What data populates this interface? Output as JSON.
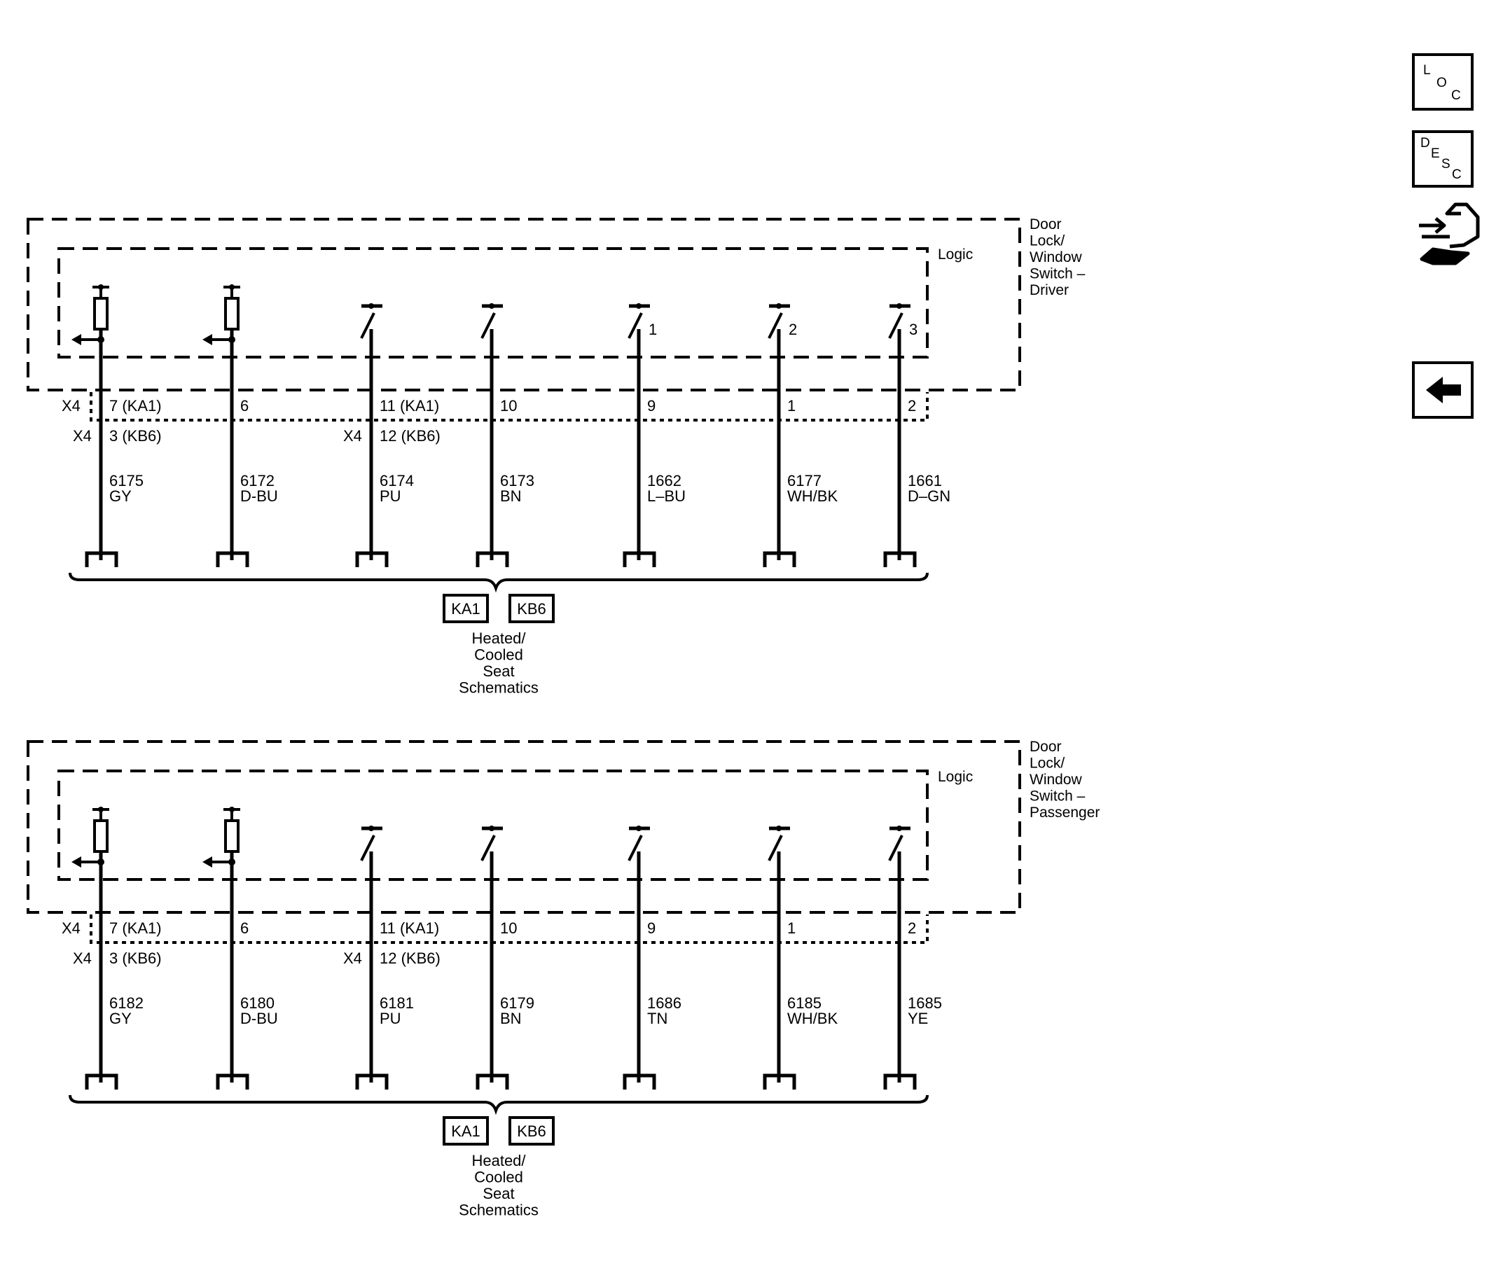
{
  "colors": {
    "ink": "#000000",
    "background": "#ffffff"
  },
  "sidebar": {
    "loc_icon": {
      "letters": [
        "L",
        "O",
        "C"
      ]
    },
    "desc_icon": {
      "letters": [
        "D",
        "E",
        "S",
        "C"
      ]
    },
    "connector_end_view_icon": "hand-wrench-arrow-icon",
    "back_icon": "arrow-left-icon"
  },
  "modules": [
    {
      "id": "driver",
      "title_lines": [
        "Door",
        "Lock/",
        "Window",
        "Switch –",
        "Driver"
      ],
      "logic_label": "Logic",
      "connector_top": "X4",
      "connector_bottom": "X4",
      "connector_mid": "X4",
      "pins": [
        {
          "top": "7 (KA1)",
          "bottom": "3 (KB6)",
          "circuit": "6175",
          "color": "GY",
          "switch_no": ""
        },
        {
          "top": "6",
          "bottom": "",
          "circuit": "6172",
          "color": "D-BU",
          "switch_no": ""
        },
        {
          "top": "11 (KA1)",
          "bottom": "12 (KB6)",
          "circuit": "6174",
          "color": "PU",
          "switch_no": ""
        },
        {
          "top": "10",
          "bottom": "",
          "circuit": "6173",
          "color": "BN",
          "switch_no": ""
        },
        {
          "top": "9",
          "bottom": "",
          "circuit": "1662",
          "color": "L–BU",
          "switch_no": "1"
        },
        {
          "top": "1",
          "bottom": "",
          "circuit": "6177",
          "color": "WH/BK",
          "switch_no": "2"
        },
        {
          "top": "2",
          "bottom": "",
          "circuit": "1661",
          "color": "D–GN",
          "switch_no": "3"
        }
      ],
      "refs": [
        "KA1",
        "KB6"
      ],
      "schematic_lines": [
        "Heated/",
        "Cooled",
        "Seat",
        "Schematics"
      ]
    },
    {
      "id": "passenger",
      "title_lines": [
        "Door",
        "Lock/",
        "Window",
        "Switch –",
        "Passenger"
      ],
      "logic_label": "Logic",
      "connector_top": "X4",
      "connector_bottom": "X4",
      "connector_mid": "X4",
      "pins": [
        {
          "top": "7 (KA1)",
          "bottom": "3 (KB6)",
          "circuit": "6182",
          "color": "GY",
          "switch_no": ""
        },
        {
          "top": "6",
          "bottom": "",
          "circuit": "6180",
          "color": "D-BU",
          "switch_no": ""
        },
        {
          "top": "11 (KA1)",
          "bottom": "12 (KB6)",
          "circuit": "6181",
          "color": "PU",
          "switch_no": ""
        },
        {
          "top": "10",
          "bottom": "",
          "circuit": "6179",
          "color": "BN",
          "switch_no": ""
        },
        {
          "top": "9",
          "bottom": "",
          "circuit": "1686",
          "color": "TN",
          "switch_no": ""
        },
        {
          "top": "1",
          "bottom": "",
          "circuit": "6185",
          "color": "WH/BK",
          "switch_no": ""
        },
        {
          "top": "2",
          "bottom": "",
          "circuit": "1685",
          "color": "YE",
          "switch_no": ""
        }
      ],
      "refs": [
        "KA1",
        "KB6"
      ],
      "schematic_lines": [
        "Heated/",
        "Cooled",
        "Seat",
        "Schematics"
      ]
    }
  ]
}
